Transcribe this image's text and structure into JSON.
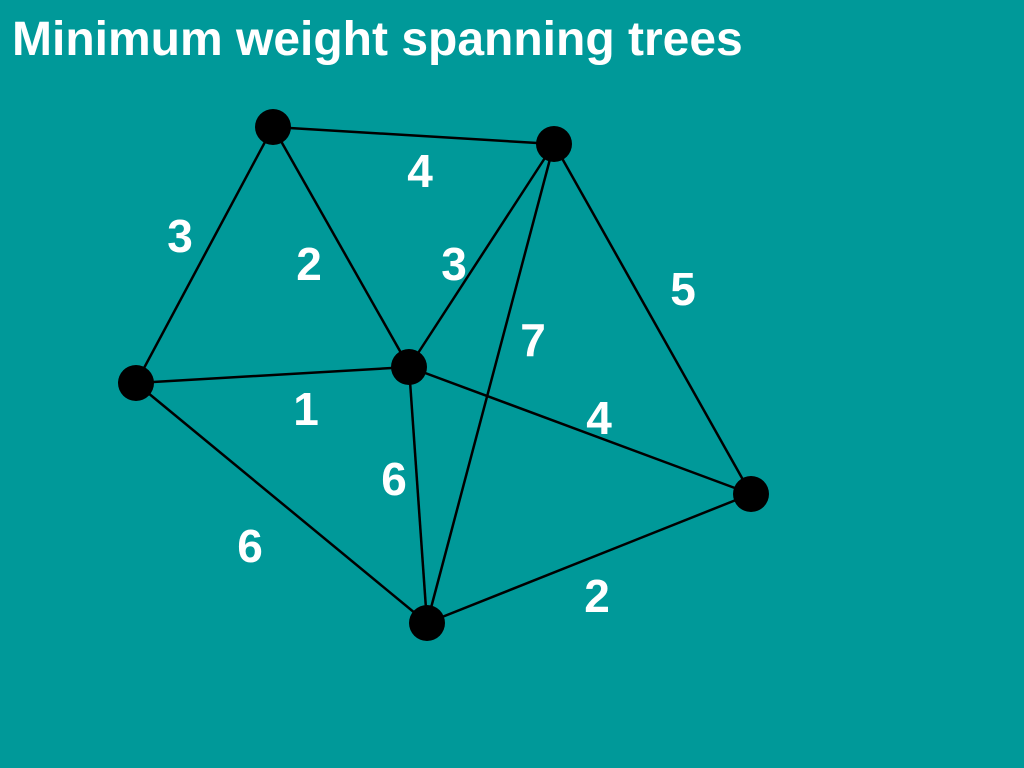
{
  "slide": {
    "title": "Minimum weight spanning trees",
    "background_color": "#009999",
    "text_color": "#ffffff",
    "node_color": "#000000",
    "edge_color": "#000000"
  },
  "graph": {
    "nodes": [
      "n1",
      "n2",
      "n3",
      "n4",
      "n5",
      "n6"
    ],
    "edges": [
      {
        "from": "n1",
        "to": "n2",
        "weight": "4"
      },
      {
        "from": "n1",
        "to": "n3",
        "weight": "3"
      },
      {
        "from": "n1",
        "to": "n4",
        "weight": "2"
      },
      {
        "from": "n2",
        "to": "n4",
        "weight": "3"
      },
      {
        "from": "n2",
        "to": "n5",
        "weight": "5"
      },
      {
        "from": "n2",
        "to": "n6",
        "weight": "7"
      },
      {
        "from": "n3",
        "to": "n4",
        "weight": "1"
      },
      {
        "from": "n3",
        "to": "n6",
        "weight": "6"
      },
      {
        "from": "n4",
        "to": "n6",
        "weight": "6"
      },
      {
        "from": "n4",
        "to": "n5",
        "weight": "4"
      },
      {
        "from": "n5",
        "to": "n6",
        "weight": "2"
      }
    ]
  }
}
